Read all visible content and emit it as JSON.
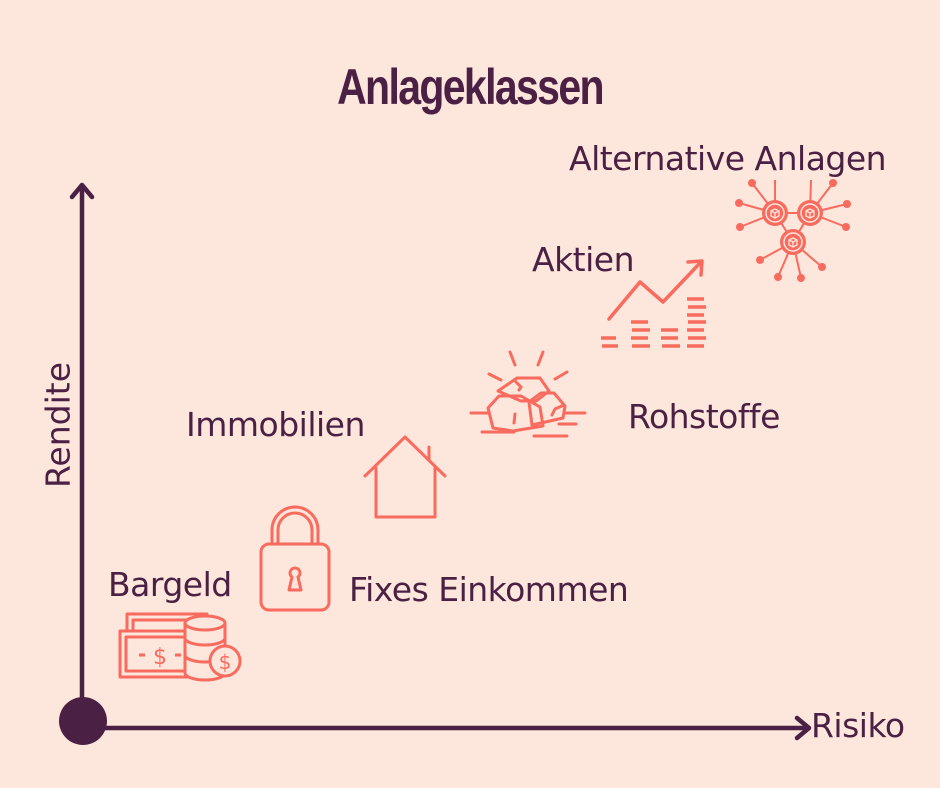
{
  "title": "Anlageklassen",
  "axes": {
    "x_label": "Risiko",
    "y_label": "Rendite"
  },
  "colors": {
    "background": "#fde6db",
    "primary": "#4a2044",
    "accent": "#f96b5e"
  },
  "items": [
    {
      "label": "Bargeld",
      "icon": "cash-coins-icon"
    },
    {
      "label": "Fixes Einkommen",
      "icon": "padlock-icon"
    },
    {
      "label": "Immobilien",
      "icon": "house-icon"
    },
    {
      "label": "Rohstoffe",
      "icon": "raw-materials-icon"
    },
    {
      "label": "Aktien",
      "icon": "stock-chart-icon"
    },
    {
      "label": "Alternative Anlagen",
      "icon": "network-nodes-icon"
    }
  ]
}
